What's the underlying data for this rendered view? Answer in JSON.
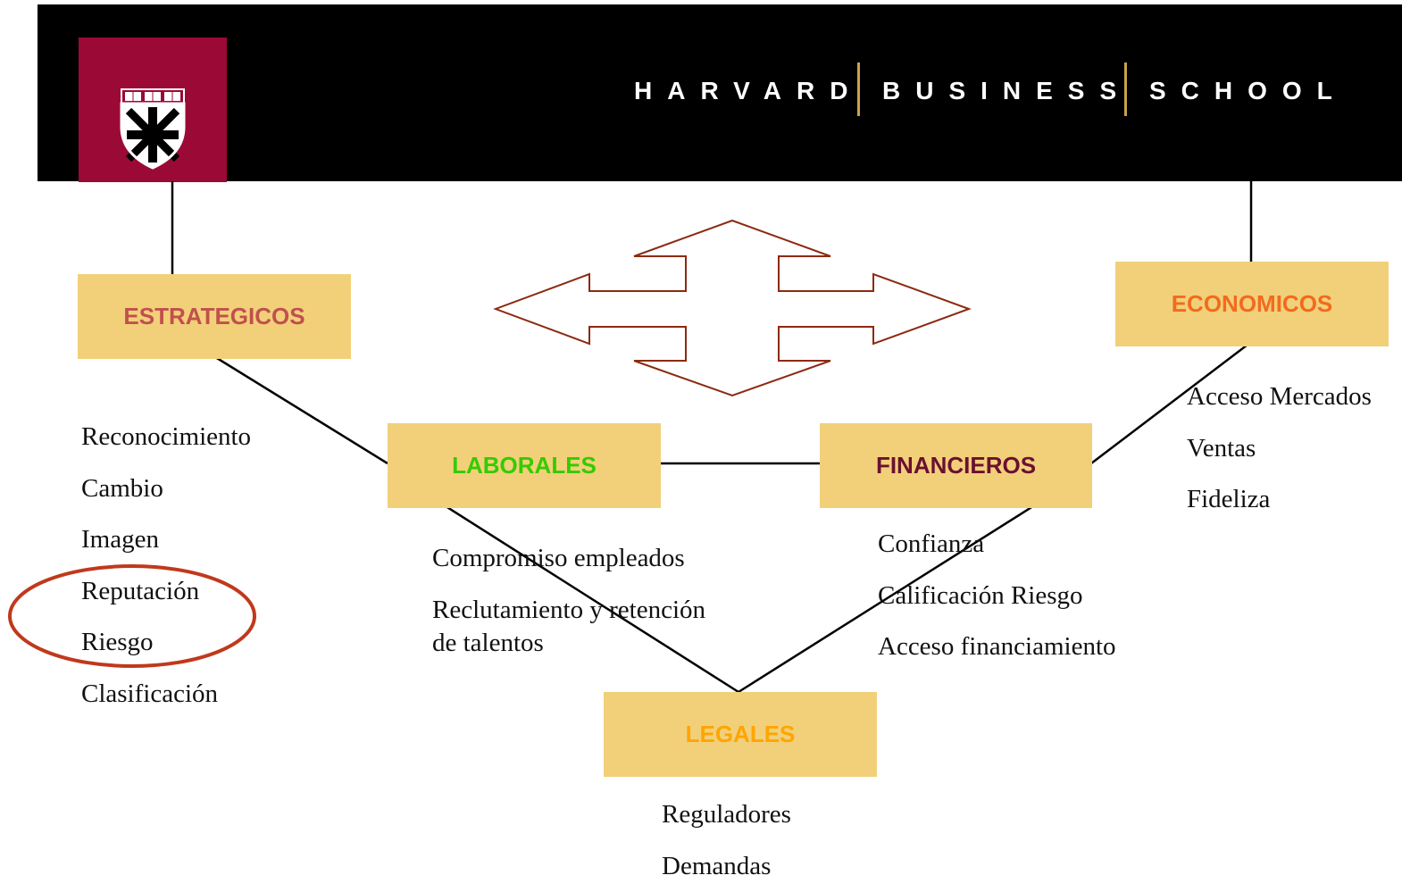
{
  "header": {
    "wordmark": [
      "HARVARD",
      "BUSINESS",
      "SCHOOL"
    ],
    "background": "#000000",
    "logo_color": "#9b0a36",
    "separator_color": "#c9a24a"
  },
  "diagram": {
    "box_color": "#f2d07a",
    "connector_color": "#000000",
    "arrow_color": "#8b2a10",
    "highlight_color": "#c0391c",
    "nodes": {
      "estrategicos": {
        "label": "ESTRATEGICOS",
        "color": "#c0504d",
        "items": [
          "Reconocimiento",
          "Cambio",
          "Imagen",
          "Reputación",
          "Riesgo",
          "Clasificación"
        ]
      },
      "economicos": {
        "label": "ECONOMICOS",
        "color": "#f26b1d",
        "items": [
          "Acceso Mercados",
          "Ventas",
          "Fideliza"
        ]
      },
      "laborales": {
        "label": "LABORALES",
        "color": "#33cc00",
        "items": [
          "Compromiso empleados",
          "Reclutamiento y retención",
          "de talentos"
        ]
      },
      "financieros": {
        "label": "FINANCIEROS",
        "color": "#6b1030",
        "items": [
          "Confianza",
          "Calificación Riesgo",
          "Acceso financiamiento"
        ]
      },
      "legales": {
        "label": "LEGALES",
        "color": "#ffa500",
        "items": [
          "Reguladores",
          "Demandas"
        ]
      }
    }
  }
}
